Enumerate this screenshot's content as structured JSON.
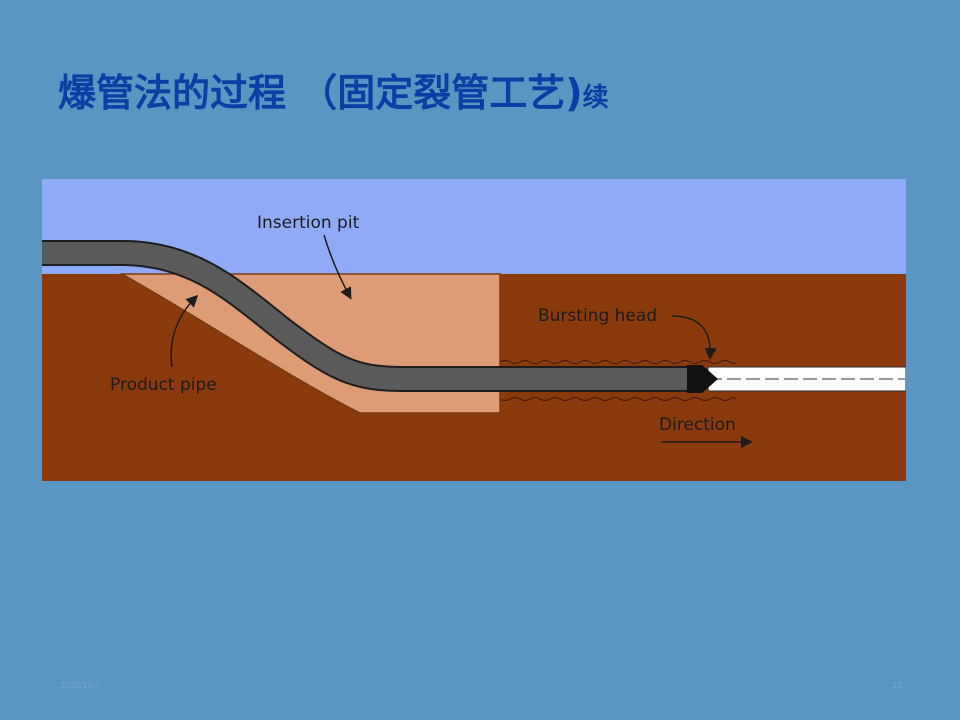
{
  "slide": {
    "title_main": "爆管法的过程 （固定裂管工艺)",
    "title_suffix": "续",
    "footer_date": "2020/10/7",
    "footer_page": "13"
  },
  "diagram": {
    "labels": {
      "insertion_pit": "Insertion pit",
      "product_pipe": "Product pipe",
      "bursting_head": "Bursting head",
      "direction": "Direction"
    },
    "colors": {
      "sky": "#8faaf7",
      "soil": "#8a3a0c",
      "pit_fill": "#de9c76",
      "pipe": "#5a5a5a",
      "pipe_outline": "#1e1e1e",
      "existing_pipe": "#ffffff",
      "bursting_head": "#111111"
    }
  }
}
